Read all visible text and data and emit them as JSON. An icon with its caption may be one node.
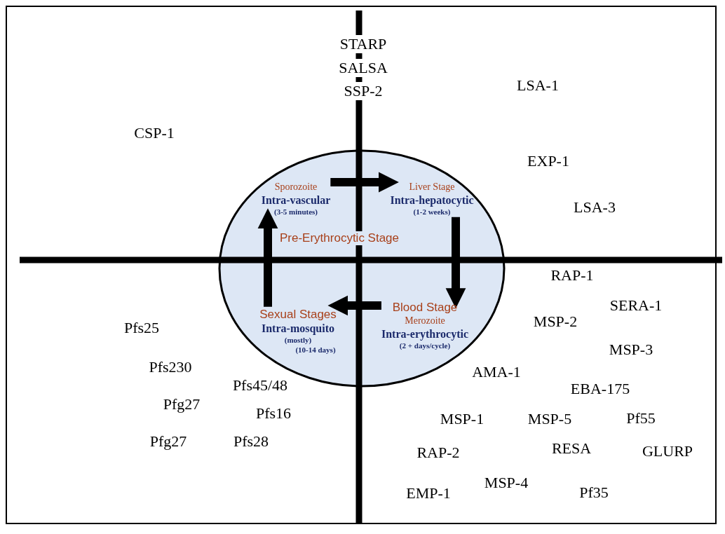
{
  "diagram": {
    "nodes": [
      {
        "text": [
          "Sporozoite",
          "Intra-vascular",
          "(3-5 minutes)"
        ]
      },
      {
        "text": [
          "Liver Stage",
          "Intra-hepatocytic",
          "(1-2 weeks)"
        ]
      },
      {
        "text": [
          "Blood Stage",
          "Merozoite",
          "Intra-erythrocytic",
          "(2 + days/cycle)"
        ]
      },
      {
        "text": [
          "Sexual Stages",
          "Intra-mosquito",
          "(mostly)",
          "(10-14 days)"
        ]
      }
    ],
    "edges": [
      {
        "from": 0,
        "to": 1,
        "arrow": "to"
      },
      {
        "from": 1,
        "to": 2,
        "arrow": "to"
      },
      {
        "from": 2,
        "to": 3,
        "arrow": "to"
      },
      {
        "from": 3,
        "to": 0,
        "arrow": "to"
      }
    ],
    "labels": [
      "STARP",
      "SALSA",
      "SSP-2",
      "LSA-1",
      "CSP-1",
      "EXP-1",
      "LSA-3",
      "Pre-Erythrocytic Stage",
      "RAP-1",
      "SERA-1",
      "Pfs25",
      "MSP-2",
      "MSP-3",
      "Pfs230",
      "AMA-1",
      "Pfs45/48",
      "EBA-175",
      "Pfg27",
      "Pfs16",
      "MSP-1",
      "MSP-5",
      "Pf55",
      "Pfg27",
      "Pfs28",
      "RAP-2",
      "RESA",
      "GLURP",
      "MSP-4",
      "EMP-1",
      "Pf35"
    ]
  }
}
